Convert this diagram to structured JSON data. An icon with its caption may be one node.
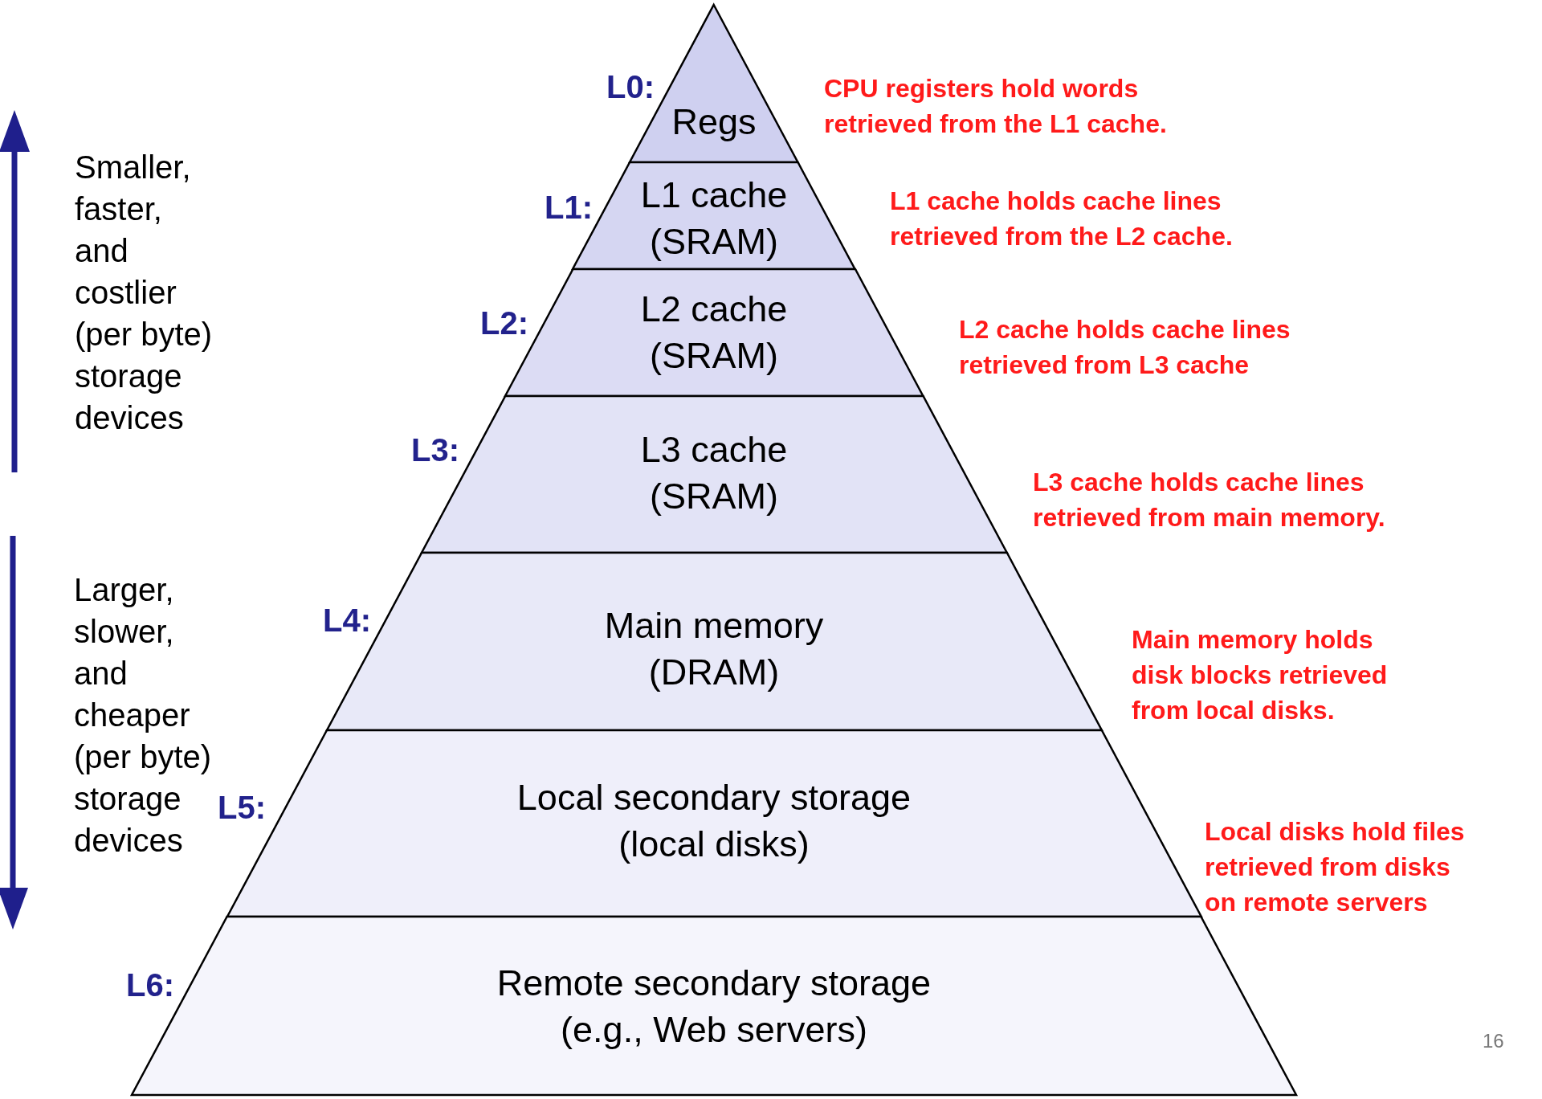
{
  "diagram": {
    "nodes": [
      {
        "text": [
          "Regs"
        ],
        "beside": [
          "L0:"
        ]
      },
      {
        "text": [
          "L1 cache",
          "(SRAM)"
        ],
        "beside": [
          "L1:"
        ]
      },
      {
        "text": [
          "L2 cache",
          "(SRAM)"
        ],
        "beside": [
          "L2:"
        ]
      },
      {
        "text": [
          "L3 cache",
          "(SRAM)"
        ],
        "beside": [
          "L3:"
        ]
      },
      {
        "text": [
          "Main memory",
          "(DRAM)"
        ],
        "beside": [
          "L4:"
        ]
      },
      {
        "text": [
          "Local secondary storage",
          "(local disks)"
        ],
        "beside": [
          "L5:"
        ]
      },
      {
        "text": [
          "Remote secondary storage",
          "(e.g., Web servers)"
        ],
        "beside": [
          "L6:"
        ]
      }
    ],
    "labels": [
      "CPU registers hold words retrieved from the L1 cache.",
      "Smaller, faster, and costlier (per byte) storage devices",
      "L1 cache holds cache lines retrieved from the L2 cache.",
      "L2 cache holds cache lines retrieved from L3 cache",
      "L3 cache holds cache lines retrieved from main memory.",
      "Main memory holds disk blocks retrieved from local disks.",
      "Larger, slower, and cheaper (per byte) storage devices",
      "Local disks hold files retrieved from disks on remote servers",
      "16"
    ]
  }
}
